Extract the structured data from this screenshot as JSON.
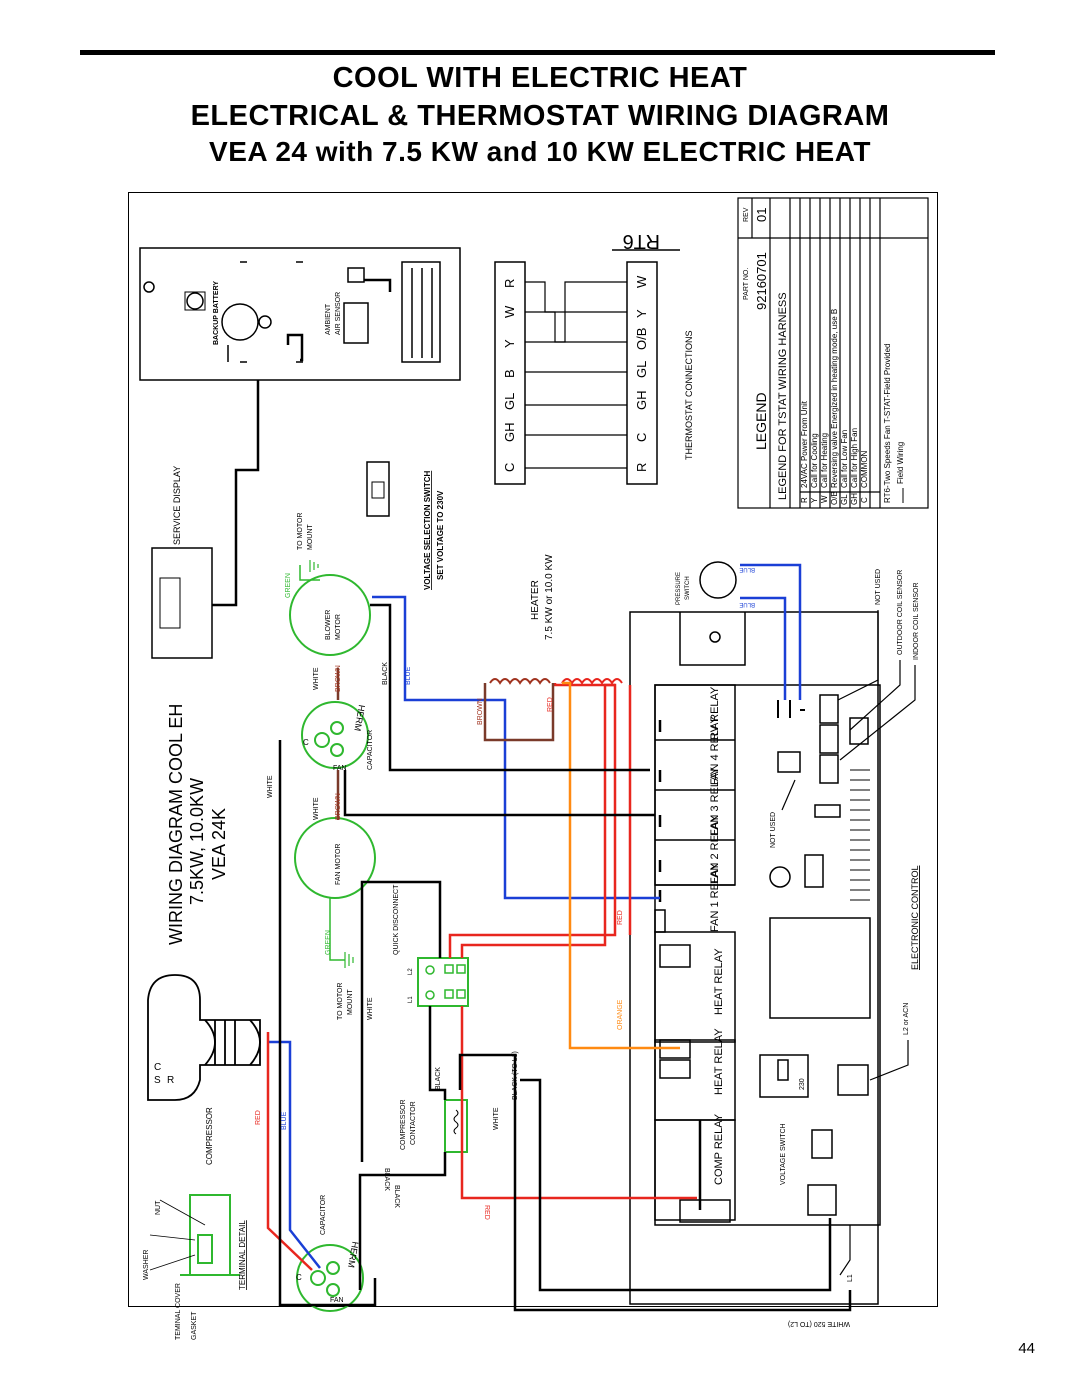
{
  "header": {
    "line1": "COOL WITH ELECTRIC HEAT",
    "line2": "ELECTRICAL & THERMOSTAT WIRING DIAGRAM",
    "line3": "VEA 24 with 7.5 KW and 10 KW ELECTRIC HEAT"
  },
  "page_number": "44",
  "diagram": {
    "title_lines": [
      "WIRING DIAGRAM COOL EH",
      "7.5KW, 10.0KW",
      "VEA 24K"
    ],
    "service_display": "SERVICE DISPLAY",
    "ambient_sensor": [
      "AMBIENT",
      "AIR SENSOR"
    ],
    "backup_battery": "BACKUP BATTERY",
    "voltage_selection": [
      "VOLTAGE SELECTION SWITCH",
      "SET VOLTAGE TO 230V"
    ],
    "heater": [
      "HEATER",
      "7.5 KW or 10.0 KW"
    ],
    "thermostat_connections": "THERMOSTAT CONNECTIONS",
    "thermostat_top_row": [
      "C",
      "GH",
      "GL",
      "B",
      "Y",
      "W",
      "R"
    ],
    "thermostat_bottom_row": [
      "R",
      "C",
      "GH",
      "GL",
      "O/B",
      "Y",
      "W"
    ],
    "thermostat_model": "RT6",
    "legend": {
      "title": "LEGEND",
      "part_no_label": "PART NO.",
      "part_no": "92160701",
      "rev_label": "REV",
      "rev": "01",
      "harness": "LEGEND FOR TSTAT WIRING HARNESS",
      "entries": [
        {
          "code": "R",
          "text": "24VAC Power From Unit"
        },
        {
          "code": "Y",
          "text": "Call for Cooling"
        },
        {
          "code": "W",
          "text": "Call for Heating"
        },
        {
          "code": "O/B",
          "text": "Reversing valve Energized in heating mode, use B"
        },
        {
          "code": "GL",
          "text": "Call for Low Fan"
        },
        {
          "code": "GH",
          "text": "Call for High Fan"
        },
        {
          "code": "C",
          "text": "COMMON"
        }
      ],
      "note": "RT6-Two Speeds Fan T-STAT-Field Provided",
      "field_wiring": "Field Wiring"
    },
    "relays": [
      "RV RELAY",
      "FAN 4 RELAY",
      "FAN 3 RELAY",
      "FAN 2 RELAY",
      "FAN 1 RELAY",
      "HEAT RELAY",
      "HEAT RELAY",
      "COMP RELAY"
    ],
    "electronic_control": "ELECTRONIC CONTROL",
    "not_used": "NOT USED",
    "pressure_switch": [
      "PRESSURE",
      "SWITCH"
    ],
    "outdoor_coil_sensor": "OUTDOOR COIL SENSOR",
    "indoor_coil_sensor": "INDOOR COIL SENSOR",
    "voltage_switch": "VOLTAGE SWITCH",
    "voltage_230": "230",
    "l2_or_acn": "L2 or ACN",
    "l1": "L1",
    "blower_motor": [
      "BLOWER",
      "MOTOR"
    ],
    "fan_motor": "FAN MOTOR",
    "capacitor": "CAPACITOR",
    "to_motor_mount": [
      "TO MOTOR",
      "MOUNT"
    ],
    "quick_disconnect": "QUICK DISCONNECT",
    "compressor_contactor": [
      "COMPRESSOR",
      "CONTACTOR"
    ],
    "compressor": "COMPRESSOR",
    "terminal_detail": "TERMINAL DETAIL",
    "washer": "WASHER",
    "terminal_cover": "TEMINAL COVER",
    "gasket": "GASKET",
    "nut": "NUT",
    "herm": "HERM",
    "fan": "FAN",
    "c_label": "C",
    "csr": [
      "C",
      "S",
      "R"
    ],
    "white_520": "WHITE 520 (TO L2)",
    "black_to_l1": "BLACK (TO L1)",
    "l1l2": [
      "L1",
      "L2"
    ],
    "wire_labels": {
      "green": "GREEN",
      "white": "WHITE",
      "brown": "BROWN",
      "black": "BLACK",
      "blue": "BLUE",
      "red": "RED",
      "orange": "ORANGE"
    }
  }
}
